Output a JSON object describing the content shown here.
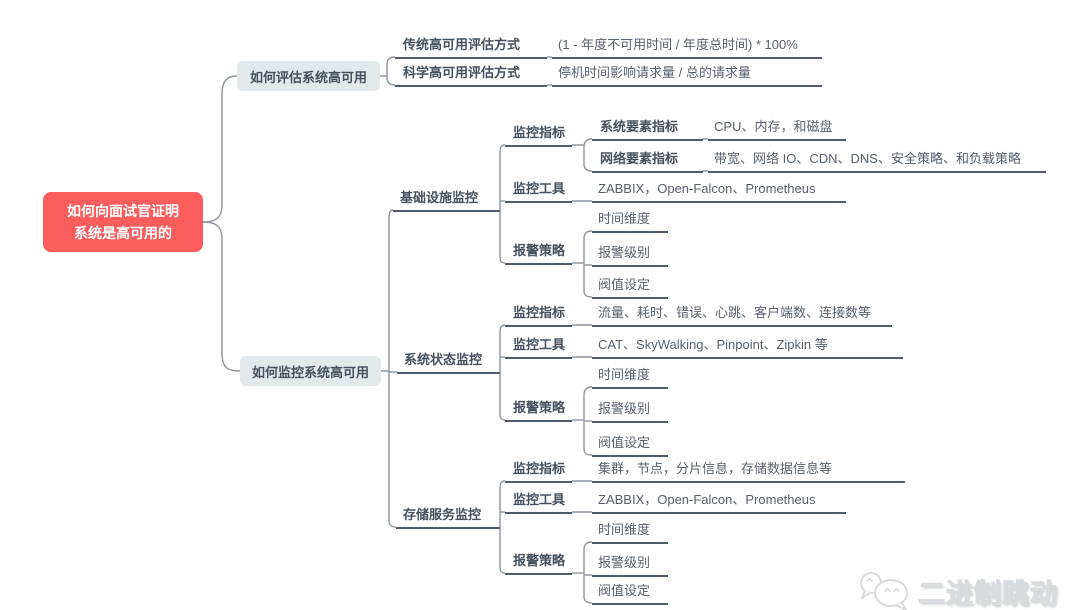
{
  "root": {
    "line1": "如何向面试官证明",
    "line2": "系统是高可用的"
  },
  "evaluate": {
    "title": "如何评估系统高可用",
    "rows": [
      {
        "label": "传统高可用评估方式",
        "value": "(1 - 年度不可用时间 / 年度总时间) * 100%"
      },
      {
        "label": "科学高可用评估方式",
        "value": "停机时间影响请求量 / 总的请求量"
      }
    ]
  },
  "monitor": {
    "title": "如何监控系统高可用",
    "sections": [
      {
        "title": "基础设施监控",
        "metrics": {
          "label": "监控指标",
          "rows": [
            {
              "label": "系统要素指标",
              "value": "CPU、内存，和磁盘"
            },
            {
              "label": "网络要素指标",
              "value": "带宽、网络 IO、CDN、DNS、安全策略、和负载策略"
            }
          ]
        },
        "tools": {
          "label": "监控工具",
          "value": "ZABBIX，Open-Falcon、Prometheus"
        },
        "alerts": {
          "label": "报警策略",
          "items": [
            "时间维度",
            "报警级别",
            "阀值设定"
          ]
        }
      },
      {
        "title": "系统状态监控",
        "metrics": {
          "label": "监控指标",
          "value": "流量、耗时、错误、心跳、客户端数、连接数等"
        },
        "tools": {
          "label": "监控工具",
          "value": "CAT、SkyWalking、Pinpoint、Zipkin 等"
        },
        "alerts": {
          "label": "报警策略",
          "items": [
            "时间维度",
            "报警级别",
            "阀值设定"
          ]
        }
      },
      {
        "title": "存储服务监控",
        "metrics": {
          "label": "监控指标",
          "value": "集群，节点，分片信息，存储数据信息等"
        },
        "tools": {
          "label": "监控工具",
          "value": "ZABBIX，Open-Falcon、Prometheus"
        },
        "alerts": {
          "label": "报警策略",
          "items": [
            "时间维度",
            "报警级别",
            "阀值设定"
          ]
        }
      }
    ]
  },
  "watermark": {
    "text": "二进制跳动",
    "icon": "wechat-chat-bubbles-icon"
  },
  "colors": {
    "root_bg": "#fb5c5c",
    "root_text": "#ffffff",
    "branch_box_bg": "#e3e8ea",
    "label_text": "#46515d",
    "value_text": "#57616d",
    "underline": "#515c6a",
    "connector": "#8d949d",
    "watermark": "#d8dbde"
  }
}
